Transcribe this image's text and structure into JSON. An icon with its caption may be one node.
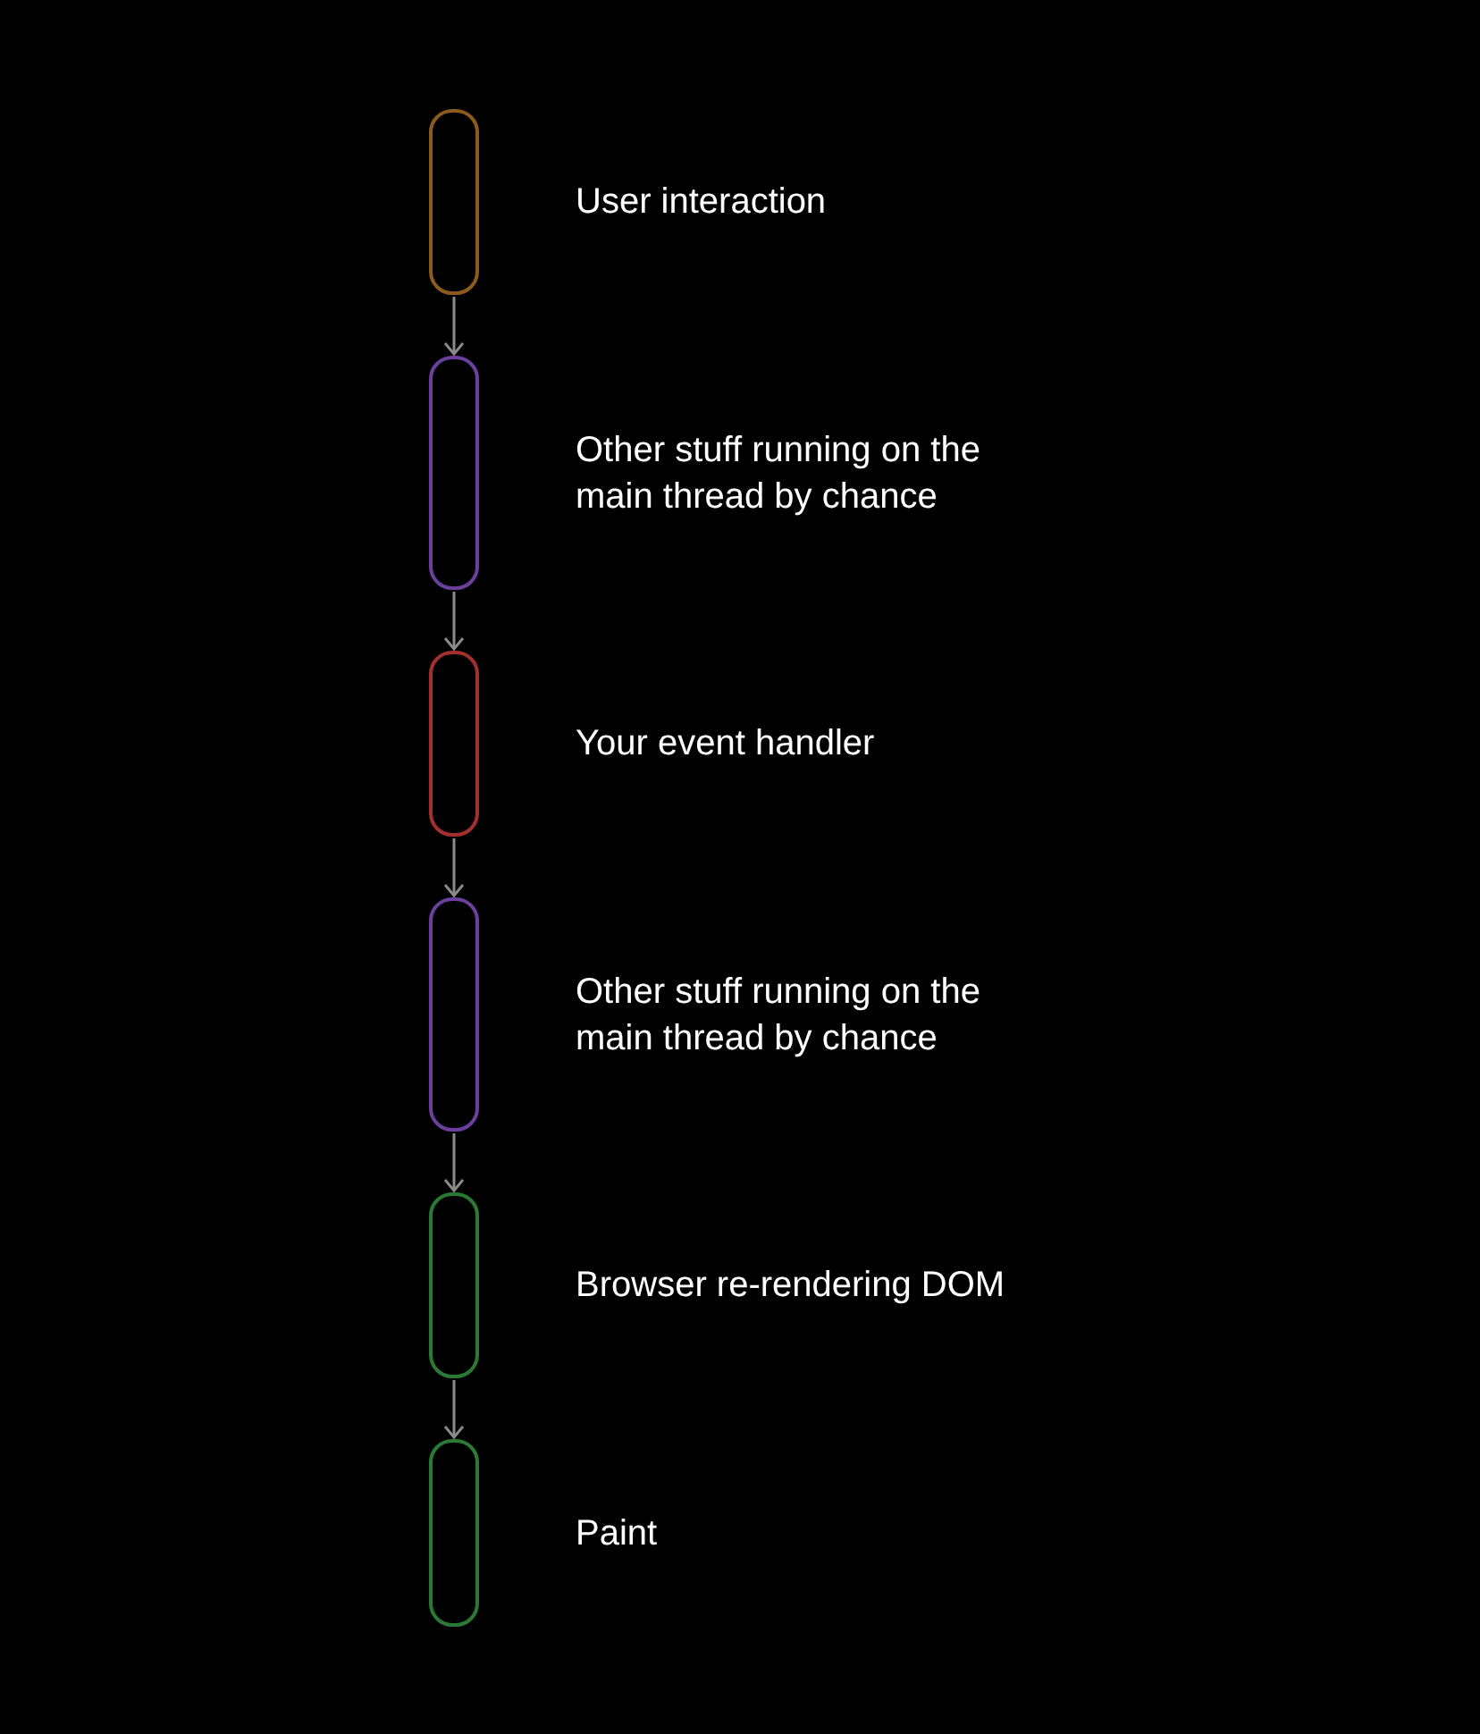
{
  "diagram": {
    "nodes": [
      {
        "text": [
          "User interaction"
        ]
      },
      {
        "text": [
          "Other stuff running on the main thread by chance"
        ]
      },
      {
        "text": [
          "Your event handler"
        ]
      },
      {
        "text": [
          "Other stuff running on the main thread by chance"
        ]
      },
      {
        "text": [
          "Browser re-rendering DOM"
        ]
      },
      {
        "text": [
          "Paint"
        ]
      }
    ],
    "edges": [
      {
        "from": 0,
        "to": 1,
        "arrow": "to"
      },
      {
        "from": 1,
        "to": 2,
        "arrow": "to"
      },
      {
        "from": 2,
        "to": 3,
        "arrow": "to"
      },
      {
        "from": 3,
        "to": 4,
        "arrow": "to"
      },
      {
        "from": 4,
        "to": 5,
        "arrow": "to"
      }
    ]
  }
}
